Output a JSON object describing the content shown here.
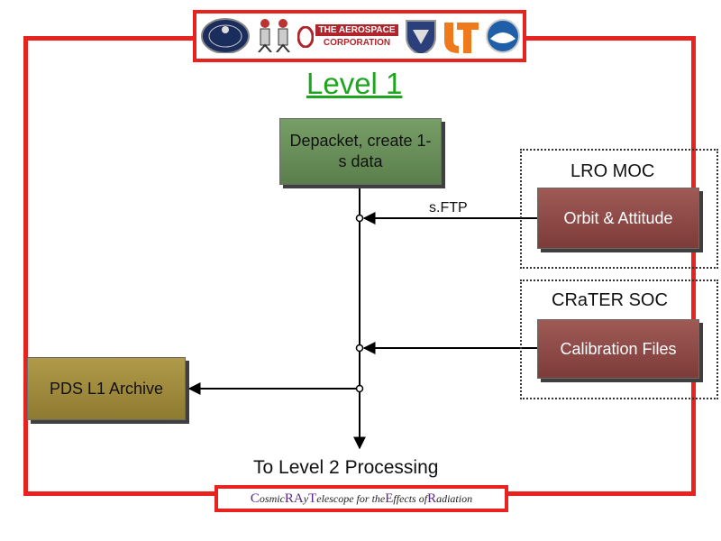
{
  "title": "Level 1",
  "logos": [
    "CRaTER seal logo",
    "crater mascot logo",
    "The Aerospace Corporation logo",
    "Air Force Research Laboratory shield logo",
    "University of Texas logo",
    "NOAA logo"
  ],
  "aerospace_logo_text": [
    "THE AEROSPACE",
    "CORPORATION"
  ],
  "nodes": {
    "depacket": "Depacket, create 1-s data",
    "orbit": "Orbit & Attitude",
    "calibration": "Calibration Files",
    "pds": "PDS L1 Archive"
  },
  "groups": {
    "lro_moc": "LRO MOC",
    "crater_soc": "CRaTER SOC"
  },
  "edges": {
    "sftp": "s.FTP",
    "output": "To Level 2 Processing"
  },
  "footer": [
    {
      "initial": "C",
      "rest": "osmic "
    },
    {
      "initial": "RA",
      "rest": "y "
    },
    {
      "initial": "T",
      "rest": "elescope for the "
    },
    {
      "initial": "E",
      "rest": "ffects of "
    },
    {
      "initial": "R",
      "rest": "adiation"
    }
  ],
  "colors": {
    "frame": "#e8231f",
    "title": "#1ea51e",
    "process_green": "#6b8f5a",
    "source_brown": "#8b4a46",
    "archive_gold": "#a08a3c"
  }
}
